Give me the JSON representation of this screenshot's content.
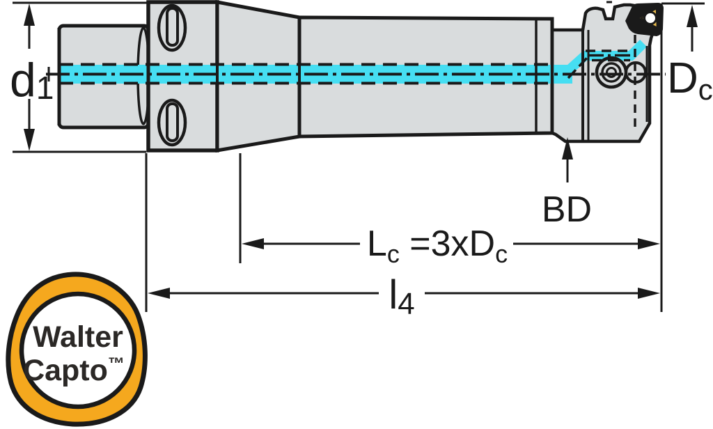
{
  "colors": {
    "outline": "#1a1a1a",
    "body_fill": "#d9dcdd",
    "coolant": "#46def2",
    "insert": "#eabc4e",
    "logo_orange": "#f5a81e",
    "logo_text": "#2b2826"
  },
  "dimensions": {
    "d1": {
      "base": "d",
      "sub": "1"
    },
    "Dc": {
      "base": "D",
      "sub": "c"
    },
    "BD": {
      "label": "BD"
    },
    "Lc": {
      "base": "L",
      "sub": "c",
      "mid": " =3x",
      "base2": "D",
      "sub2": "c"
    },
    "l4": {
      "base": "l",
      "sub": "4"
    }
  },
  "logo": {
    "line1": "Walter",
    "line2": "Capto",
    "tm": "™"
  }
}
